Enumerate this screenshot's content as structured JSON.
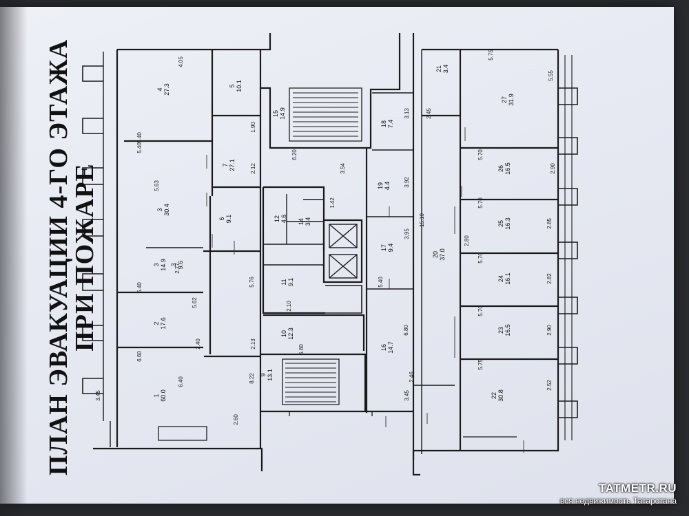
{
  "title": {
    "line1": "ПЛАН ЭВАКУАЦИИ 4-ГО ЭТАЖА",
    "line2": "ПРИ ПОЖАРЕ"
  },
  "watermark": {
    "site": "TATMETR.RU",
    "tagline": "вся недвижимость Татарстана"
  },
  "rooms": [
    {
      "num": "1",
      "area": "60.0"
    },
    {
      "num": "2",
      "area": "17.6"
    },
    {
      "num": "3",
      "area": "14.9"
    },
    {
      "num": "3",
      "area": "30.4"
    },
    {
      "num": "4",
      "area": "27.3"
    },
    {
      "num": "5",
      "area": "10.1"
    },
    {
      "num": "6",
      "area": "9.1"
    },
    {
      "num": "7",
      "area": "27.1"
    },
    {
      "num": "10",
      "area": "12.3"
    },
    {
      "num": "11",
      "area": "9.1"
    },
    {
      "num": "12",
      "area": "4.6"
    },
    {
      "num": "14",
      "area": "3.4"
    },
    {
      "num": "15",
      "area": "14.9"
    },
    {
      "num": "16",
      "area": "14.7"
    },
    {
      "num": "17",
      "area": "9.4"
    },
    {
      "num": "18",
      "area": "7.4"
    },
    {
      "num": "19",
      "area": "4.4"
    },
    {
      "num": "20",
      "area": "37.0"
    },
    {
      "num": "21",
      "area": "3.4"
    },
    {
      "num": "22",
      "area": "30.8"
    },
    {
      "num": "23",
      "area": "16.5"
    },
    {
      "num": "24",
      "area": "16.1"
    },
    {
      "num": "25",
      "area": "16.3"
    },
    {
      "num": "26",
      "area": "16.5"
    },
    {
      "num": "27",
      "area": "31.9"
    },
    {
      "num": "9",
      "area": "13.1"
    },
    {
      "num": "3",
      "area": "9.6"
    }
  ],
  "dims": [
    "3.45",
    "6.40",
    "6.60",
    "5.40",
    "5.40",
    "5.40",
    "5.63",
    "4.05",
    "2.77",
    "5.62",
    "5.76",
    "8.22",
    "2.40",
    "2.13",
    "2.60",
    "3.54",
    "3.92",
    "3.95",
    "15.10",
    "6.80",
    "3.45",
    "5.80",
    "2.10",
    "6.20",
    "1.42",
    "5.40",
    "5.70",
    "5.70",
    "5.70",
    "5.70",
    "5.75",
    "5.75",
    "2.80",
    "2.90",
    "2.82",
    "2.85",
    "2.90",
    "5.55",
    "2.52",
    "1.90",
    "2.12",
    "2.46",
    "2.45",
    "3.13"
  ]
}
